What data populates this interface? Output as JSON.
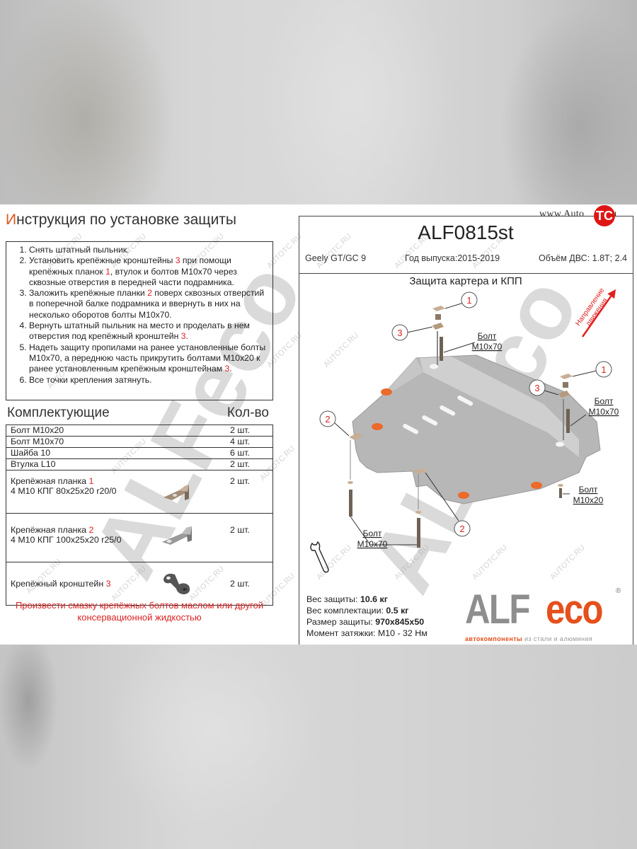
{
  "instructions": {
    "title_first_letter": "И",
    "title_rest": "нструкция по установке защиты",
    "steps": [
      {
        "parts": [
          "Снять штатный пыльник."
        ]
      },
      {
        "parts": [
          "Установить крепёжные кронштейны ",
          "3",
          " при помощи крепёжных планок ",
          "1",
          ", втулок и болтов М10х70 через сквозные отверстия в передней части подрамника."
        ]
      },
      {
        "parts": [
          "Заложить крепёжные планки ",
          "2",
          " поверх сквозных отверстий в поперечной балке подрамника и ввернуть в них на несколько оборотов болты М10х70."
        ]
      },
      {
        "parts": [
          "Вернуть штатный пыльник на место и проделать в нем отверстия под крепёжный кронштейн ",
          "3",
          "."
        ]
      },
      {
        "parts": [
          "Надеть защиту пропилами на ранее установленные болты М10х70, а переднюю часть прикрутить болтами М10х20 к ранее установленным крепёжным кронштейнам ",
          "3",
          "."
        ]
      },
      {
        "parts": [
          "Все точки крепления затянуть."
        ]
      }
    ]
  },
  "components": {
    "header_label": "Комплектующие",
    "qty_header": "Кол-во",
    "rows": [
      {
        "name": "Болт М10х20",
        "qty": "2 шт."
      },
      {
        "name": "Болт М10х70",
        "qty": "4 шт."
      },
      {
        "name": "Шайба 10",
        "qty": "6 шт."
      },
      {
        "name": "Втулка L10",
        "qty": "2 шт."
      },
      {
        "name": "Крепёжная планка ",
        "num": "1",
        "spec": "4 М10 КПГ 80х25х20 r20/0",
        "qty": "2 шт.",
        "image": "bracket-plate-1-icon"
      },
      {
        "name": "Крепёжная планка ",
        "num": "2",
        "spec": "4 М10 КПГ 100х25х20 r25/0",
        "qty": "2 шт.",
        "image": "bracket-plate-2-icon"
      },
      {
        "name": "Крепёжный кронштейн ",
        "num": "3",
        "spec": "",
        "qty": "2 шт.",
        "image": "mounting-bracket-3-icon"
      }
    ]
  },
  "note": "Произвести смазку крепёжных болтов маслом или другой консервационной жидкостью",
  "product": {
    "code": "ALF0815st",
    "car": "Geely GT/GC 9",
    "year": "Год выпуска:2015-2019",
    "engine": "Объём ДВС: 1.8Т; 2.4",
    "diagram_title": "Защита картера и КПП"
  },
  "diagram": {
    "direction_label_1": "Направление",
    "direction_label_2": "движения",
    "callouts": [
      "1",
      "3",
      "1",
      "3",
      "2",
      "2"
    ],
    "bolt_word": "Болт",
    "bolt_m10x70": "М10х70",
    "bolt_m10x20": "М10х20"
  },
  "specs": {
    "weight_label": "Вес защиты: ",
    "weight_value": "10.6 кг",
    "kit_weight_label": "Вес комплектации: ",
    "kit_weight_value": "0.5 кг",
    "size_label": "Размер защиты: ",
    "size_value": "970х845х50",
    "torque_label": "Момент затяжки:  ",
    "torque_value": "М10 - 32 Нм"
  },
  "brand": {
    "alf": "ALF",
    "eco": "eco",
    "registered": "®",
    "tagline_highlight": "автокомпоненты",
    "tagline_rest": " из стали и алюминия"
  },
  "watermark": {
    "site_prefix": "www.Auto",
    "site_logo": "TC",
    "site_suffix": ".ru",
    "repeat_text": "AUTOTC.RU",
    "big_text": "ALFeco"
  },
  "colors": {
    "accent_orange": "#e5501c",
    "callout_red": "#dd2222",
    "plate_gray": "#b3b3b3",
    "bracket_tan": "#b59a7e"
  }
}
